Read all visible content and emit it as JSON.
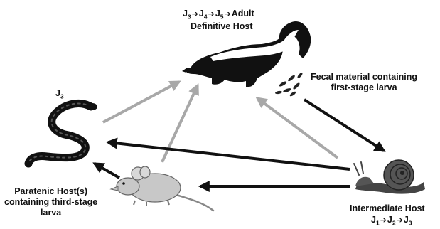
{
  "labels": {
    "definitive_host": "Definitive Host",
    "fecal": [
      "Fecal material containing",
      "first-stage larva"
    ],
    "paratenic": [
      "Paratenic Host(s)",
      "containing third-stage",
      "larva"
    ],
    "intermediate": "Intermediate Host",
    "snake_stage": {
      "prefix": "J",
      "sub": "3"
    }
  },
  "stages_definitive": [
    {
      "prefix": "J",
      "sub": "3"
    },
    {
      "prefix": "J",
      "sub": "4"
    },
    {
      "prefix": "J",
      "sub": "5"
    },
    {
      "text": "Adult"
    }
  ],
  "stages_intermediate": [
    {
      "prefix": "J",
      "sub": "1"
    },
    {
      "prefix": "J",
      "sub": "2"
    },
    {
      "prefix": "J",
      "sub": "3"
    }
  ],
  "colors": {
    "arrow_dark": "#111111",
    "arrow_gray": "#a8a8a8",
    "ink": "#111111"
  },
  "icons": [
    "skunk-icon",
    "snail-icon",
    "mouse-icon",
    "snake-icon",
    "feces-icon"
  ]
}
